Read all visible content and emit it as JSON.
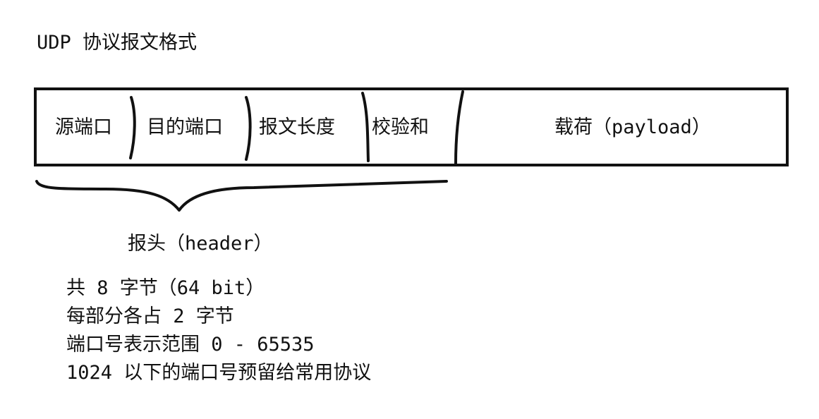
{
  "title": "UDP 协议报文格式",
  "fields": {
    "source_port": "源端口",
    "dest_port": "目的端口",
    "length": "报文长度",
    "checksum": "校验和",
    "payload": "载荷（payload）"
  },
  "header_label": "报头（header）",
  "notes": [
    "共 8 字节（64 bit）",
    "每部分各占 2 字节",
    "端口号表示范围 0 - 65535",
    "1024 以下的端口号预留给常用协议"
  ],
  "colors": {
    "ink": "#111111",
    "background": "#ffffff"
  }
}
